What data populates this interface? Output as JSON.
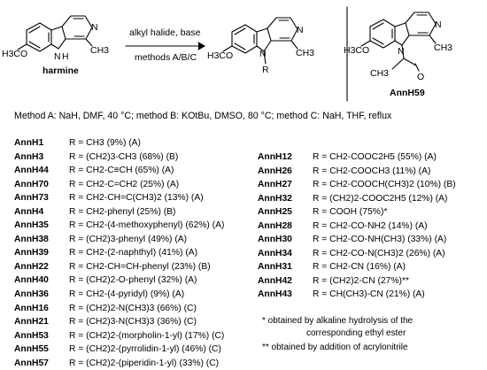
{
  "scheme": {
    "reagents": "alkyl halide, base",
    "methods_label": "methods A/B/C",
    "harmine_label": "harmine",
    "annh59_label": "AnnH59",
    "methoxy_label": "H3CO",
    "methyl_label": "CH3",
    "n_label": "N",
    "nh_label": "H",
    "r_label": "R",
    "o_label": "O"
  },
  "methods_text": "Method A: NaH, DMF, 40 °C; method B: KOtBu, DMSO, 80 °C; method C: NaH, THF, reflux",
  "left_entries": [
    {
      "code": "AnnH1",
      "text": "R = CH3 (9%) (A)"
    },
    {
      "code": "AnnH3",
      "text": "R = (CH2)3-CH3 (68%) (B)"
    },
    {
      "code": "AnnH44",
      "text": "R = CH2-C≡CH (65%) (A)"
    },
    {
      "code": "AnnH70",
      "text": "R = CH2-C=CH2 (25%) (A)"
    },
    {
      "code": "AnnH73",
      "text": "R = CH2-CH=C(CH3)2 (13%) (A)"
    },
    {
      "code": "AnnH4",
      "text": "R = CH2-phenyl (25%) (B)"
    },
    {
      "code": "AnnH35",
      "text": "R = CH2-(4-methoxyphenyl) (62%) (A)"
    },
    {
      "code": "AnnH38",
      "text": "R = (CH2)3-phenyl (49%) (A)"
    },
    {
      "code": "AnnH39",
      "text": "R = CH2-(2-naphthyl) (41%) (A)"
    },
    {
      "code": "AnnH22",
      "text": "R = CH2-CH=CH-phenyl (23%) (B)"
    },
    {
      "code": "AnnH40",
      "text": "R = (CH2)2-O-phenyl (32%) (A)"
    },
    {
      "code": "AnnH36",
      "text": "R = CH2-(4-pyridyl) (9%) (A)"
    },
    {
      "code": "AnnH16",
      "text": "R = (CH2)2-N(CH3)3 (66%) (C)"
    },
    {
      "code": "AnnH21",
      "text": "R = (CH2)3-N(CH3)3 (36%) (C)"
    },
    {
      "code": "AnnH53",
      "text": "R = (CH2)2-(morpholin-1-yl) (17%) (C)"
    },
    {
      "code": "AnnH55",
      "text": "R = (CH2)2-(pyrrolidin-1-yl) (46%) (C)"
    },
    {
      "code": "AnnH57",
      "text": "R = (CH2)2-(piperidin-1-yl) (33%) (C)"
    }
  ],
  "right_entries": [
    {
      "code": "AnnH12",
      "text": "R = CH2-COOC2H5 (55%) (A)"
    },
    {
      "code": "AnnH26",
      "text": "R = CH2-COOCH3 (11%) (A)"
    },
    {
      "code": "AnnH27",
      "text": "R = CH2-COOCH(CH3)2 (10%) (B)"
    },
    {
      "code": "AnnH32",
      "text": "R = (CH2)2-COOC2H5 (12%) (A)"
    },
    {
      "code": "AnnH25",
      "text": "R = COOH (75%)*"
    },
    {
      "code": "AnnH28",
      "text": "R = CH2-CO-NH2 (14%) (A)"
    },
    {
      "code": "AnnH30",
      "text": "R = CH2-CO-NH(CH3) (33%) (A)"
    },
    {
      "code": "AnnH34",
      "text": "R = CH2-CO-N(CH3)2 (26%) (A)"
    },
    {
      "code": "AnnH31",
      "text": "R = CH2-CN (16%) (A)"
    },
    {
      "code": "AnnH42",
      "text": "R = (CH2)2-CN (27%)**"
    },
    {
      "code": "AnnH43",
      "text": "R = CH(CH3)-CN (21%) (A)"
    }
  ],
  "notes": {
    "note1_line1": "* obtained by alkaline hydrolysis of the",
    "note1_line2": "corresponding ethyl ester",
    "note2": "** obtained by addition of acrylonitrile"
  }
}
